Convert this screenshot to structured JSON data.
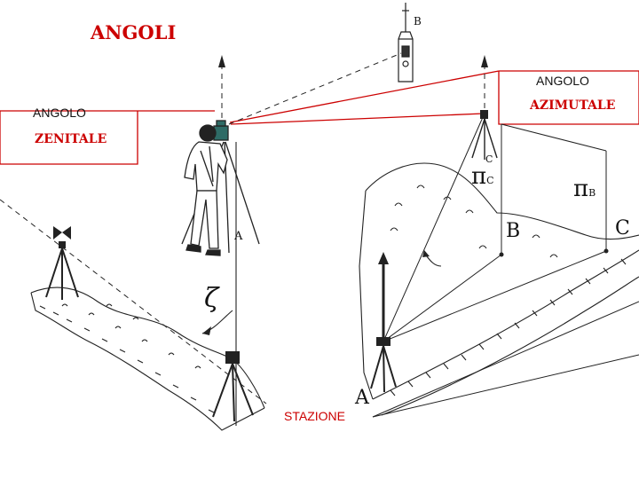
{
  "title": "ANGOLI",
  "zenith_box": {
    "line1": "ANGOLO",
    "line2": "ZENITALE"
  },
  "azimuth_box": {
    "line1": "ANGOLO",
    "line2": "AZIMUTALE"
  },
  "station_label": "STAZIONE",
  "markers": {
    "B": "B",
    "C": "C",
    "A": "A",
    "A_small": "A",
    "B_top": "B",
    "C_small": "C",
    "zeta": "ζ",
    "pi_c": "π",
    "pi_c_sub": "C",
    "pi_b": "π",
    "pi_b_sub": "B"
  },
  "colors": {
    "accent": "#cc0000",
    "ink": "#111111"
  }
}
